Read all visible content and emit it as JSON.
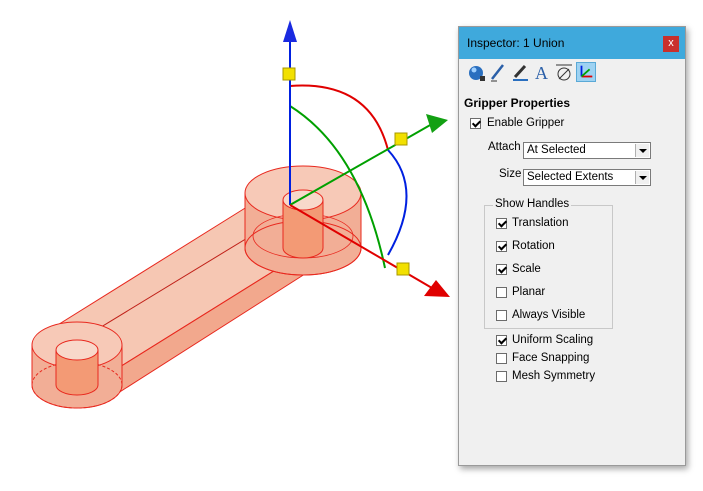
{
  "inspector": {
    "title": "Inspector:  1 Union",
    "close_label": "x",
    "toolbar": [
      "material-icon",
      "pencil-icon",
      "paint-icon",
      "text-icon",
      "measure-icon",
      "gripper-icon"
    ],
    "section_title": "Gripper Properties",
    "enable_gripper": {
      "label": "Enable Gripper",
      "checked": true
    },
    "attach": {
      "label": "Attach",
      "value": "At Selected"
    },
    "size": {
      "label": "Size",
      "value": "Selected Extents"
    },
    "show_handles": {
      "legend": "Show Handles",
      "items": [
        {
          "label": "Translation",
          "checked": true
        },
        {
          "label": "Rotation",
          "checked": true
        },
        {
          "label": "Scale",
          "checked": true
        },
        {
          "label": "Planar",
          "checked": false
        },
        {
          "label": "Always Visible",
          "checked": false
        }
      ]
    },
    "options": [
      {
        "label": "Uniform Scaling",
        "checked": true
      },
      {
        "label": "Face Snapping",
        "checked": false
      },
      {
        "label": "Mesh Symmetry",
        "checked": false
      }
    ]
  },
  "colors": {
    "titlebar": "#3fa9dc",
    "close": "#c9302c",
    "part_fill": "#f4b49c",
    "part_edge": "#e8281e",
    "axis_x": "#e00000",
    "axis_y": "#00a000",
    "axis_z": "#0020e0",
    "handle": "#f2e000"
  }
}
